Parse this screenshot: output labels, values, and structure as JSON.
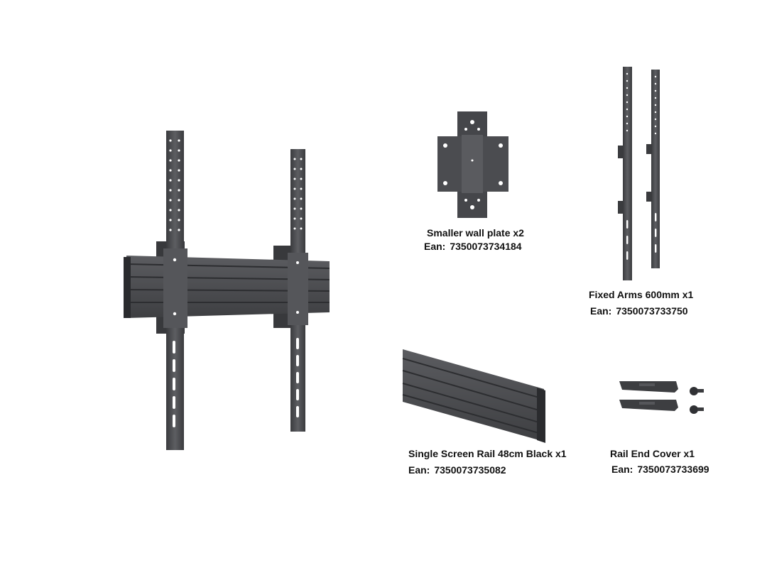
{
  "products": [
    {
      "name": "Smaller wall plate x2",
      "ean_label": "Ean:",
      "ean": "7350073734184"
    },
    {
      "name": "Fixed Arms 600mm x1",
      "ean_label": "Ean:",
      "ean": "7350073733750"
    },
    {
      "name": "Single Screen Rail 48cm Black x1",
      "ean_label": "Ean:",
      "ean": "7350073735082"
    },
    {
      "name": "Rail End Cover x1",
      "ean_label": "Ean:",
      "ean": "7350073733699"
    }
  ],
  "colors": {
    "metal": "#4a4b4e",
    "metal_dark": "#2f3033",
    "metal_light": "#67686c",
    "text": "#111111"
  }
}
